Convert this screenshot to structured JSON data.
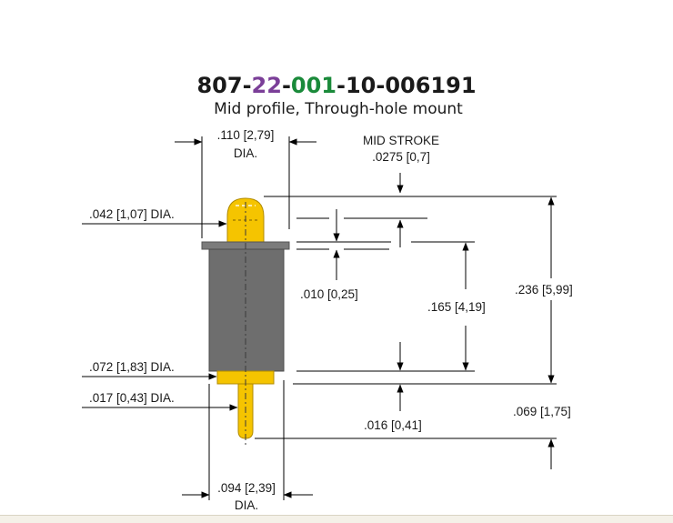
{
  "title": {
    "segments": [
      {
        "text": "807-",
        "color": "#1a1a1a"
      },
      {
        "text": "22",
        "color": "#7b3f98"
      },
      {
        "text": "-",
        "color": "#1a1a1a"
      },
      {
        "text": "001",
        "color": "#1a8a3a"
      },
      {
        "text": "-10-006191",
        "color": "#1a1a1a"
      }
    ]
  },
  "subtitle": "Mid profile, Through-hole mount",
  "dimensions": {
    "top_dia_value": ".110 [2,79]",
    "top_dia_suffix": "DIA.",
    "mid_stroke_label": "MID STROKE",
    "mid_stroke_value": ".0275 [0,7]",
    "plunger_dia": ".042 [1,07] DIA.",
    "flange_thickness": ".010 [0,25]",
    "body_length": ".165 [4,19]",
    "overall_length": ".236 [5,99]",
    "collar_dia": ".072 [1,83] DIA.",
    "tail_dia": ".017 [0,43] DIA.",
    "collar_height": ".016 [0,41]",
    "tail_length": ".069 [1,75]",
    "bottom_dia_value": ".094 [2,39]",
    "bottom_dia_suffix": "DIA."
  },
  "colors": {
    "gold": "#f5c400",
    "gold_dark": "#c79a00",
    "body_gray": "#6e6e6e",
    "flange_gray": "#7c7c7c",
    "title_purple": "#7b3f98",
    "title_green": "#1a8a3a"
  }
}
